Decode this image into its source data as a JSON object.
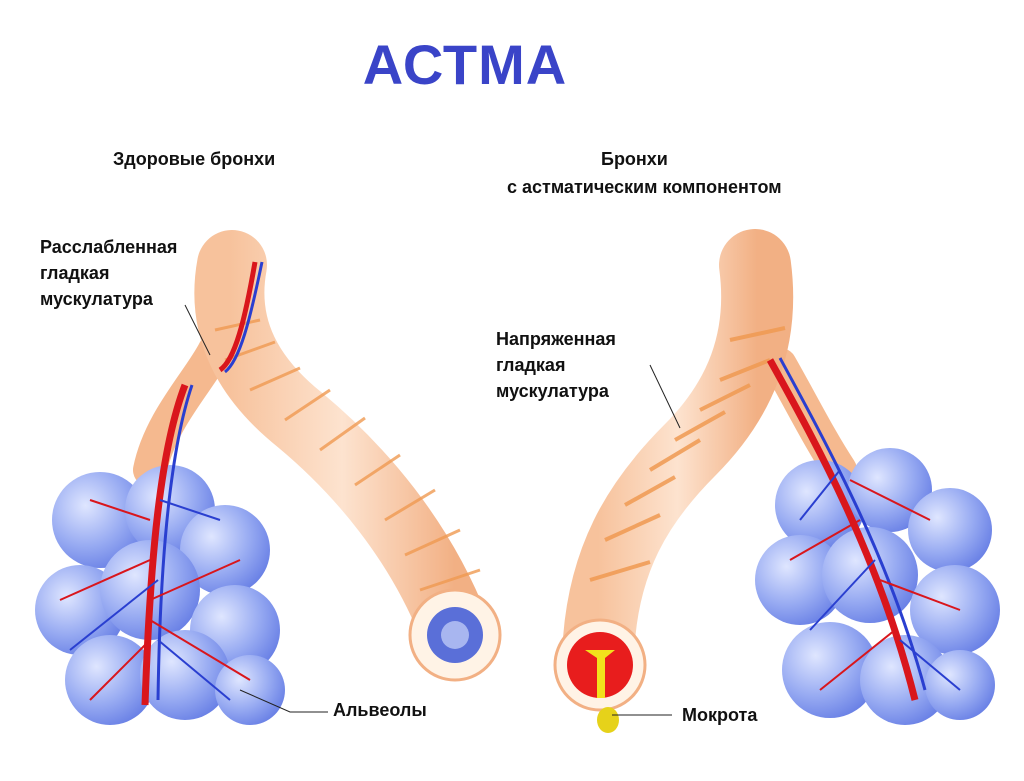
{
  "title": "АСТМА",
  "left": {
    "heading": "Здоровые бронхи",
    "muscle_label": "Расслабленная\nгладкая\nмускулатура",
    "alveoli_label": "Альвеолы"
  },
  "right": {
    "heading_line1": "Бронхи",
    "heading_line2": "с астматическим компонентом",
    "muscle_label": "Напряженная\nгладкая\nмускулатура",
    "mucus_label": "Мокрота"
  },
  "colors": {
    "title": "#3a44c8",
    "bronchus": "#f9c9a6",
    "muscle": "#f3a35e",
    "alveoli": "#8fa4f0",
    "artery": "#d9161c",
    "vein": "#2a3fd0"
  }
}
